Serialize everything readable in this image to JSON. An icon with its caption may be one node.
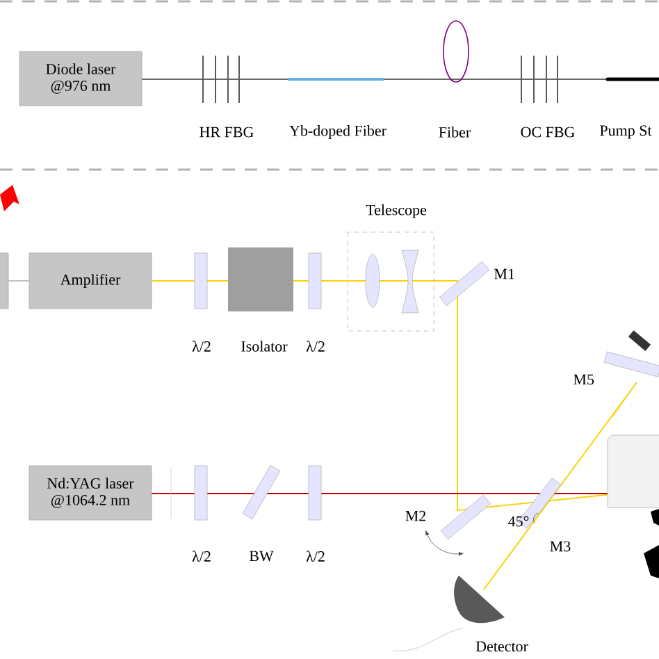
{
  "diagram": {
    "nodes": [
      {
        "text": [
          "Diode laser @976 nm"
        ]
      },
      {
        "text": [],
        "shape": "box"
      },
      {
        "text": [
          "Amplifier"
        ]
      },
      {
        "text": [
          "Nd:YAG laser @1064.2 nm"
        ]
      }
    ],
    "edges": [
      {
        "from": 1,
        "to": 2,
        "arrow": "none"
      }
    ],
    "labels": [
      "HR FBG",
      "Yb-doped Fiber",
      "Fiber",
      "OC FBG",
      "Pump St",
      "Telescope",
      "M1",
      "λ/2",
      "Isolator",
      "λ/2",
      "M5",
      "λ/2",
      "BW",
      "λ/2",
      "M2",
      "45°",
      "M3",
      "Detector"
    ]
  }
}
